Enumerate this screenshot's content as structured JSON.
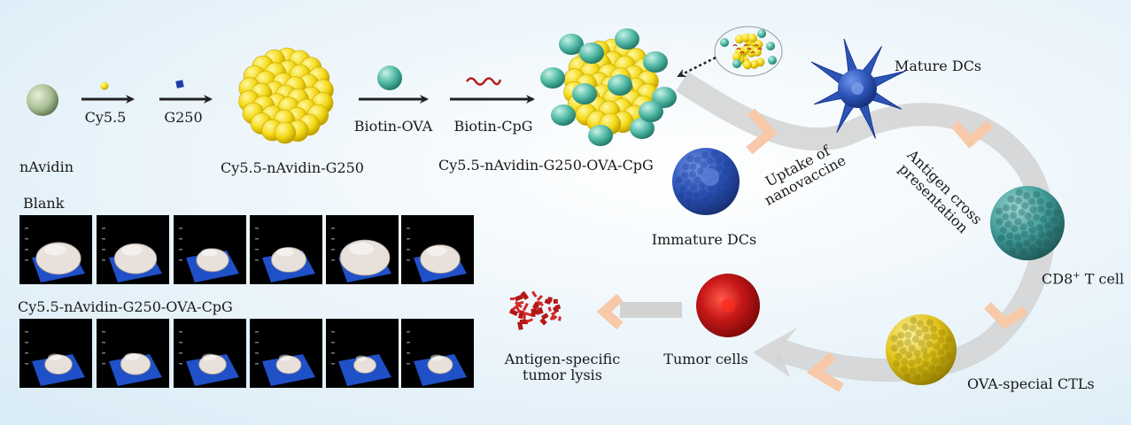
{
  "labels": {
    "navidin": "nAvidin",
    "cy55": "Cy5.5",
    "g250": "G250",
    "cy55_navidin_g250": "Cy5.5-nAvidin-G250",
    "biotin_ova": "Biotin-OVA",
    "biotin_cpg": "Biotin-CpG",
    "nanovaccine": "Cy5.5-nAvidin-G250-OVA-CpG",
    "mature_dcs": "Mature DCs",
    "immature_dcs": "Immature DCs",
    "uptake_line1": "Uptake of",
    "uptake_line2": "nanovaccine",
    "antigen_line1": "Antigen cross",
    "antigen_line2": "presentation",
    "cd8_main": "CD8",
    "cd8_sup": "+",
    "cd8_tail": " T cell",
    "ctls": "OVA-special  CTLs",
    "tumor_cells": "Tumor cells",
    "lysis_line1": "Antigen-specific",
    "lysis_line2": "tumor lysis",
    "blank": "Blank",
    "vaccine_group": "Cy5.5-nAvidin-G250-OVA-CpG"
  },
  "colors": {
    "navidin_sphere": "#a9bf94",
    "cy55_dot": "#f2d100",
    "g250_square": "#1f3da8",
    "yellow_ball": "#f4d916",
    "ova_teal": "#4fb8a4",
    "cpg_red": "#b3201c",
    "dc_blue": "#2c54b8",
    "cd8_teal": "#3f9b99",
    "ctl_yellow": "#e0c21a",
    "tumor_red": "#c81818",
    "cycle_arrow": "#cccccc",
    "chevron_peach": "#f7c9a8",
    "panel_blue": "#2050c8",
    "tumor_model": "#e8e0da"
  },
  "tumor_model_sizes": {
    "blank": [
      0.9,
      0.85,
      0.65,
      0.7,
      1.0,
      0.8
    ],
    "vaccine": [
      0.55,
      0.6,
      0.55,
      0.5,
      0.45,
      0.5
    ]
  }
}
